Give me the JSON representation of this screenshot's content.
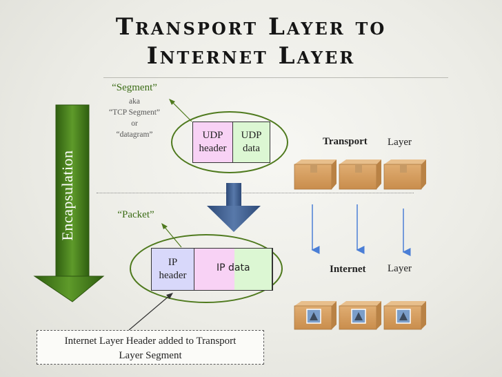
{
  "title": {
    "line1": "Transport Layer to",
    "line2": "Internet Layer"
  },
  "segment": {
    "label": "“Segment”",
    "aliases": [
      "aka",
      "“TCP Segment”",
      "or",
      "“datagram”"
    ],
    "header_line1": "UDP",
    "header_line2": "header",
    "data_line1": "UDP",
    "data_line2": "data"
  },
  "packet": {
    "label": "“Packet”",
    "header_line1": "IP",
    "header_line2": "header",
    "data_label": "IP data"
  },
  "encapsulation_label": "Encapsulation",
  "transport_row": {
    "name": "Transport",
    "suffix": "Layer"
  },
  "internet_row": {
    "name": "Internet",
    "suffix": "Layer"
  },
  "footer_note": {
    "line1": "Internet Layer Header added to Transport",
    "line2": "Layer Segment"
  },
  "colors": {
    "udp_header": "#f8d2f5",
    "udp_data": "#dcf7d3",
    "ip_header": "#d8d8fa",
    "ip_data_pink": "#f8d2f5",
    "ip_data_green": "#dcf7d3",
    "ellipse_stroke": "#4f7a1e",
    "encap_arrow": "#4a7f1c",
    "down_arrow": "#41608f",
    "layer_arrow": "#4a7ed6",
    "box": "#d6a163"
  }
}
